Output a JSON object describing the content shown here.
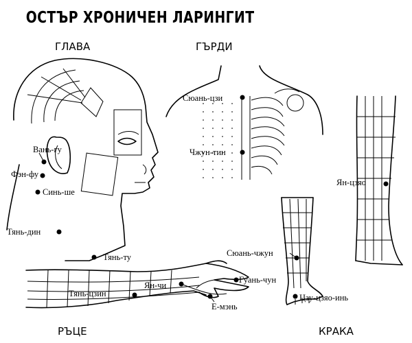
{
  "title": "ОСТЪР ХРОНИЧЕН ЛАРИНГИТ",
  "sections": {
    "head": "ГЛАВА",
    "chest": "ГЪРДИ",
    "arms": "РЪЦЕ",
    "legs": "КРАКА"
  },
  "points": {
    "van_gu": "Вань-гу",
    "fen_fu": "Фэн-фу",
    "sin_she": "Синь-ше",
    "tyan_din": "Тянь-дин",
    "tyan_tu": "Тянь-ту",
    "syuan_tszi": "Сюань-цзи",
    "chzhun_tin": "Чжун-тин",
    "yan_tszyao": "Ян-цзяо",
    "syuan_chzhun": "Сюань-чжун",
    "guan_chun": "Гуань-чун",
    "yan_chi": "Ян-чи",
    "tyan_tszin": "Тянь-цзин",
    "e_men": "Е-мэнь",
    "tszu_tszyao_in": "Цзу-цзяо-инь"
  }
}
